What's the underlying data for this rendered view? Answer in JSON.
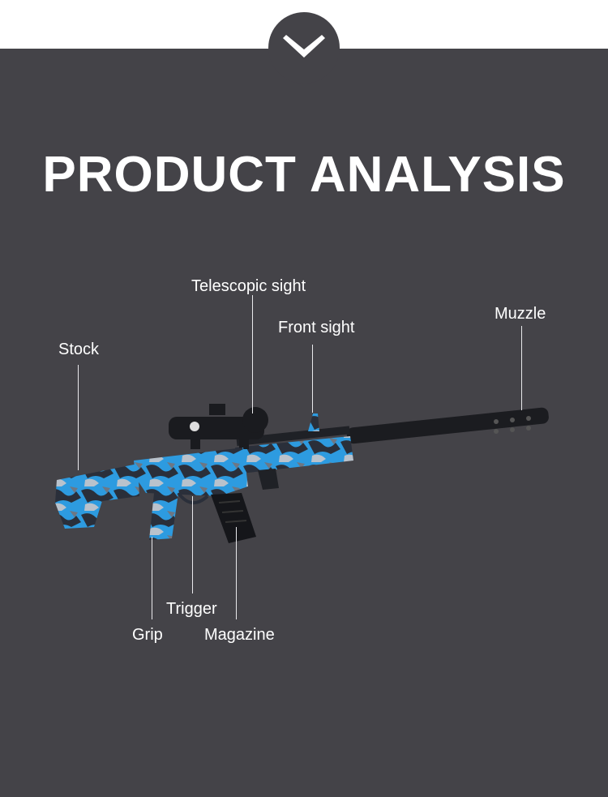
{
  "title": "PRODUCT ANALYSIS",
  "icons": {
    "toggle": "chevron-down-icon",
    "product": "toy-rifle-illustration"
  },
  "colors": {
    "panel": "#444348",
    "accent": "#2d9be0",
    "text": "#ffffff"
  },
  "labels": {
    "telescopic_sight": "Telescopic sight",
    "front_sight": "Front sight",
    "muzzle": "Muzzle",
    "stock": "Stock",
    "trigger": "Trigger",
    "grip": "Grip",
    "magazine": "Magazine"
  }
}
